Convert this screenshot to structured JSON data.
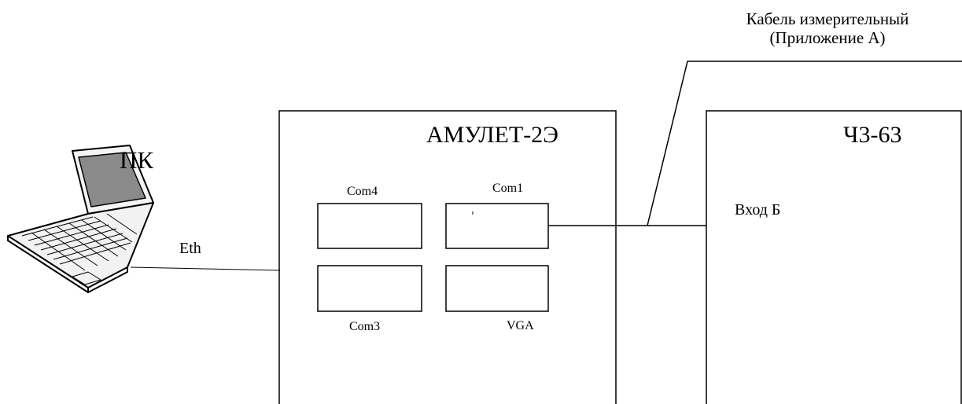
{
  "labels": {
    "cable_line1": "Кабель измерительный",
    "cable_line2": "(Приложение А)",
    "pc": "ПК",
    "eth": "Eth",
    "amulet": "АМУЛЕТ-2Э",
    "ch3": "Ч3-63",
    "vhod": "Вход Б",
    "com4": "Com4",
    "com1": "Com1",
    "com3": "Com3",
    "vga": "VGA"
  },
  "icons": {
    "pc": "laptop-icon"
  },
  "colors": {
    "stroke": "#000000",
    "screen": "#8a8a8a",
    "laptop_body": "#f2f2f2"
  }
}
